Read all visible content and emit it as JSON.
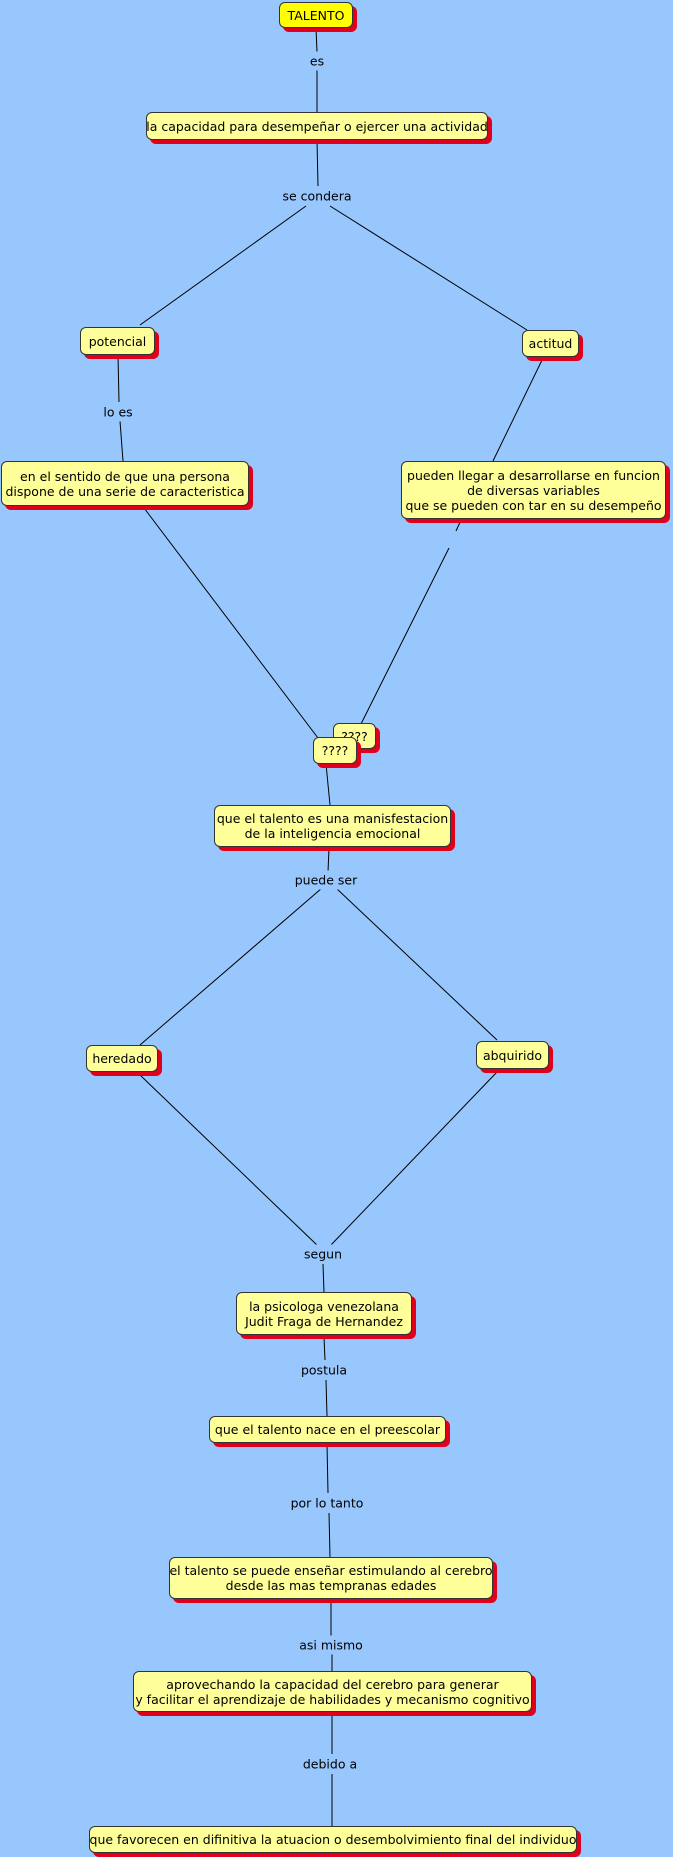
{
  "diagram": {
    "nodes": {
      "talento": "TALENTO",
      "capacidad": "la capacidad para desempeñar o ejercer una actividad",
      "potencial": "potencial",
      "actitud": "actitud",
      "sentido": "en el sentido de que una persona\ndispone de una serie de caracteristica",
      "pueden_llegar": "pueden llegar a desarrollarse en funcion\nde diversas variables\nque se pueden con tar en su desempeño",
      "q_back": "????",
      "q_front": "????",
      "manifestacion": "que el talento es una manisfestacion\nde la inteligencia emocional",
      "heredado": "heredado",
      "abquirido": "abquirido",
      "psicologa": "la psicologa venezolana\nJudit Fraga de Hernandez",
      "preescolar": "que el talento nace en el preescolar",
      "ensenar": "el talento se puede enseñar estimulando al cerebro\ndesde las mas tempranas edades",
      "aprovechando": "aprovechando la capacidad del cerebro para generar\ny facilitar el aprendizaje de habilidades y mecanismo cognitivo",
      "favorecen": "que favorecen en difinitiva la atuacion o desembolvimiento final del individuo"
    },
    "links": {
      "es": "es",
      "se_condera": "se condera",
      "lo_es": "lo es",
      "puede_ser": "puede ser",
      "segun": "segun",
      "postula": "postula",
      "por_lo_tanto": "por lo tanto",
      "asi_mismo": "asi mismo",
      "debido_a": "debido a"
    }
  }
}
